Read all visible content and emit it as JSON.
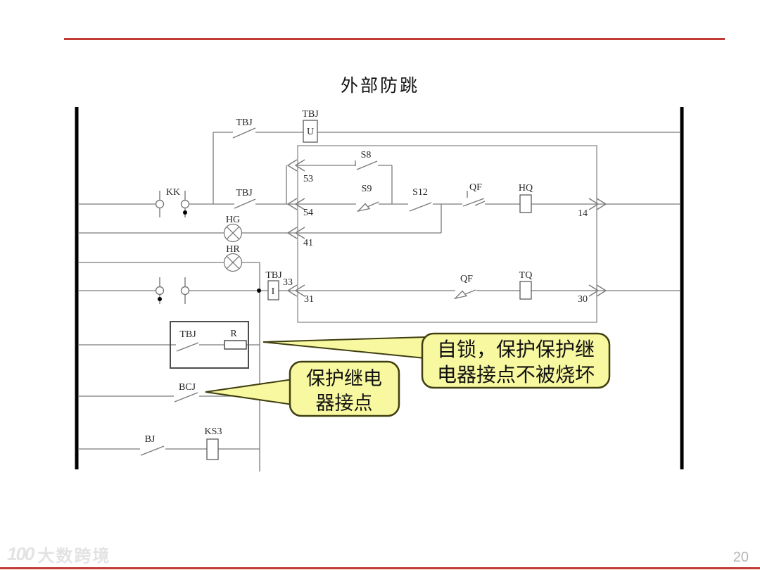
{
  "slide": {
    "title": "外部防跳",
    "page_number": "20",
    "watermark_mark": "100",
    "watermark_text": "大数跨境",
    "accent_color": "#c13a34"
  },
  "callouts": {
    "fill": "#f8f8a0",
    "border": "#3f3f10",
    "self_lock": {
      "line1": "自锁，保护保护继",
      "line2": "电器接点不被烧坏"
    },
    "relay_contact": {
      "line1": "保护继电",
      "line2": "器接点"
    }
  },
  "diagram": {
    "line_color": "#7a7a7a",
    "bus_color": "#000000",
    "labels": {
      "tbj_top": "TBJ",
      "tbj_voltage": "TBJ",
      "voltage_coil": "U",
      "kk": "KK",
      "tbj_mid": "TBJ",
      "s8": "S8",
      "s9": "S9",
      "s12": "S12",
      "qf_close": "QF",
      "hq": "HQ",
      "t14": "14",
      "t53": "53",
      "t54": "54",
      "hg": "HG",
      "t41": "41",
      "hr": "HR",
      "tbj_current": "TBJ",
      "current_coil": "I",
      "t33": "33",
      "t31": "31",
      "qf_trip": "QF",
      "tq": "TQ",
      "t30": "30",
      "tbj_seal": "TBJ",
      "r": "R",
      "bcj": "BCJ",
      "bj": "BJ",
      "ks3": "KS3"
    }
  }
}
